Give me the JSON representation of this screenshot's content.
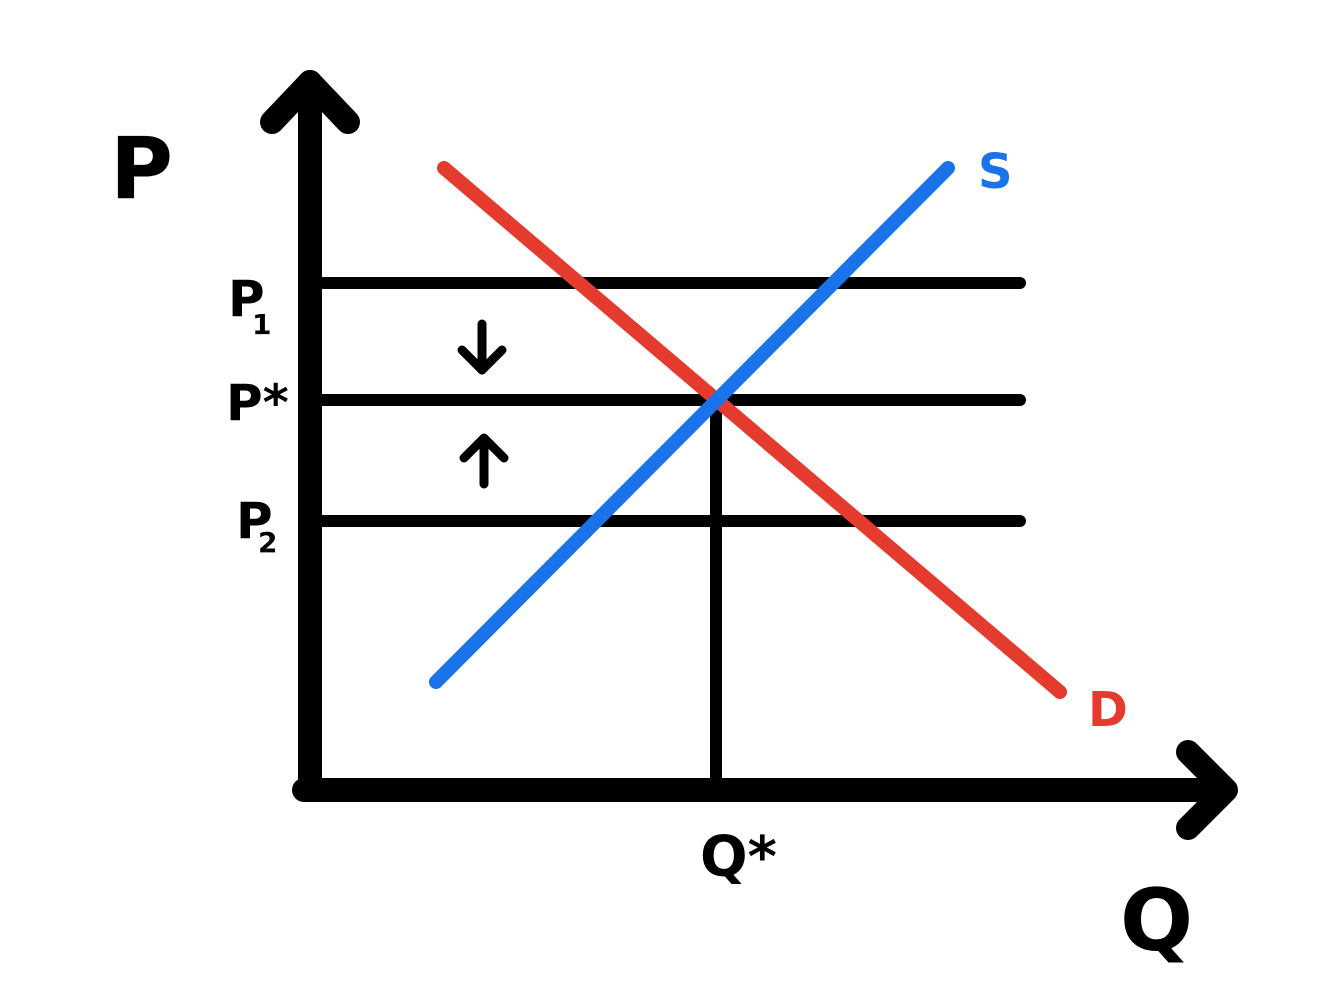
{
  "axes": {
    "y_label": "P",
    "x_label": "Q"
  },
  "curves": {
    "supply_label": "S",
    "demand_label": "D"
  },
  "price_levels": {
    "p1_main": "P",
    "p1_sub": "1",
    "p_star": "P*",
    "p2_main": "P",
    "p2_sub": "2"
  },
  "quantity_levels": {
    "q_star": "Q*"
  },
  "colors": {
    "supply": "#1a73e8",
    "demand": "#e53b2e",
    "ink": "#000000"
  },
  "annotations": {
    "downward_pressure": "arrow-down",
    "upward_pressure": "arrow-up"
  }
}
